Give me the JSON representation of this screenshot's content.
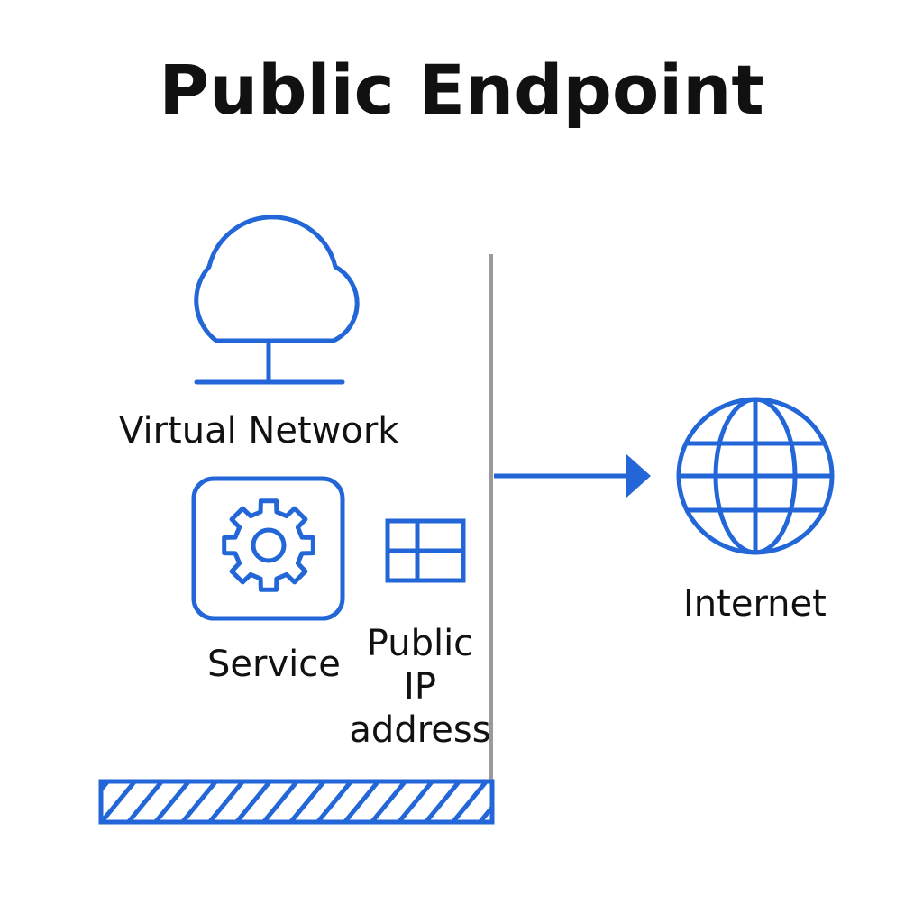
{
  "title": "Public Endpoint",
  "nodes": {
    "virtual_network": {
      "label": "Virtual Network",
      "icon": "cloud-network-icon"
    },
    "service": {
      "label": "Service",
      "icon": "gear-icon"
    },
    "public_ip": {
      "label_lines": [
        "Public",
        "IP",
        "address"
      ],
      "icon": "public-ip-icon"
    },
    "internet": {
      "label": "Internet",
      "icon": "globe-icon"
    }
  },
  "edges": [
    {
      "from": "public_ip",
      "to": "internet",
      "kind": "arrow"
    }
  ],
  "colors": {
    "accent": "#2266d8",
    "boundary": "#9a9a9a",
    "text": "#111111"
  }
}
